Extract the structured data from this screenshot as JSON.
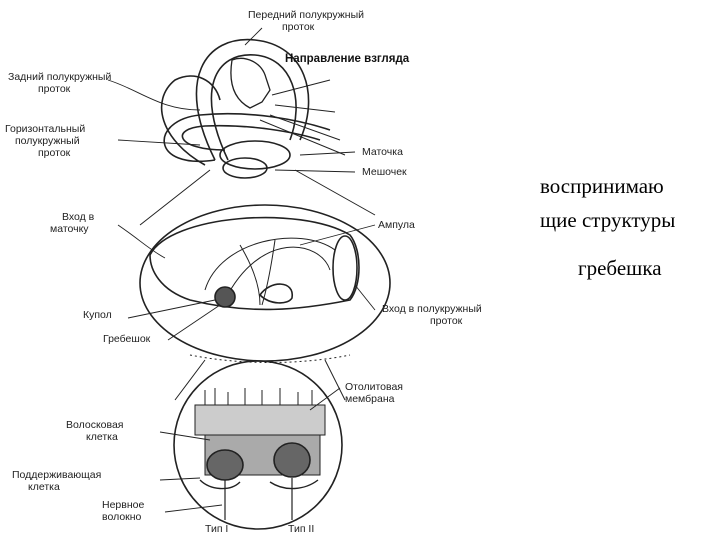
{
  "labels": {
    "anterior_canal": [
      "Передний полукружный",
      "проток"
    ],
    "gaze_direction": "Направление взгляда",
    "posterior_canal": [
      "Задний полукружный",
      "проток"
    ],
    "horizontal_canal": [
      "Горизонтальный",
      "полукружный",
      "проток"
    ],
    "utricle": "Маточка",
    "saccule": "Мешочек",
    "utricle_entrance": [
      "Вход в",
      "маточку"
    ],
    "ampulla": "Ампула",
    "cupula": "Купол",
    "crista": "Гребешок",
    "canal_entrance": [
      "Вход в полукружный",
      "проток"
    ],
    "otolith_membrane": [
      "Отолитовая",
      "мембрана"
    ],
    "hair_cell": [
      "Волосковая",
      "клетка"
    ],
    "supporting_cell": [
      "Поддерживающая",
      "клетка"
    ],
    "nerve_fiber": [
      "Нервное",
      "волокно"
    ],
    "type1": "Тип I",
    "type2": "Тип II"
  },
  "side_text": {
    "line1": "воспринимаю",
    "line2": "щие структуры",
    "line3": "гребешка"
  }
}
